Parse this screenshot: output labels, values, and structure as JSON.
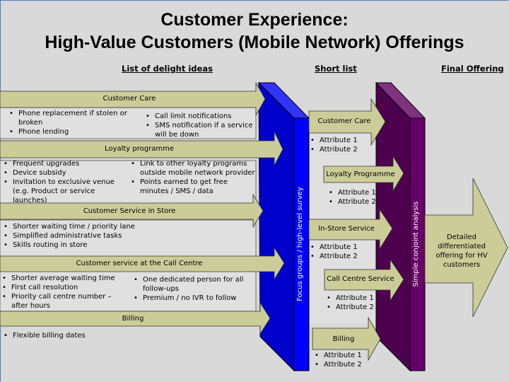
{
  "title": {
    "line1": "Customer Experience:",
    "line2": "High-Value Customers (Mobile Network) Offerings"
  },
  "columns": {
    "delight": "List of delight ideas",
    "shortlist": "Short list",
    "final": "Final Offering"
  },
  "colors": {
    "background": "#d9d9d9",
    "panel": "#e0e0e0",
    "arrow_fill": "#cccc99",
    "blue_front": "#0000ff",
    "blue_side": "#0000cc",
    "blue_top": "#3333ff",
    "purple_front": "#660066",
    "purple_side": "#4d004d",
    "purple_top": "#7f337f"
  },
  "delight_ideas": [
    {
      "category": "Customer Care",
      "left": [
        "Phone replacement if stolen or broken",
        "Phone lending"
      ],
      "right": [
        "Call limit notifications",
        "SMS notification if a service will be down"
      ]
    },
    {
      "category": "Loyalty programme",
      "left": [
        "Frequent upgrades",
        "Device subsidy",
        "Invitation to exclusive venue (e.g. Product or service launches)"
      ],
      "right": [
        "Link to other loyalty programs outside mobile network provider",
        "Points earned to get free minutes / SMS / data"
      ]
    },
    {
      "category": "Customer Service in Store",
      "left": [
        "Shorter waiting time / priority lane",
        "Simplified administrative tasks",
        "Skills routing in store"
      ],
      "right": []
    },
    {
      "category": "Customer service at the Call Centre",
      "left": [
        "Shorter average waiting time",
        "First call resolution",
        "Priority call centre number – after hours"
      ],
      "right": [
        "One dedicated person for all follow-ups",
        "Premium / no IVR to follow"
      ]
    },
    {
      "category": "Billing",
      "left": [
        "Flexible billing dates"
      ],
      "right": []
    }
  ],
  "filter1": "Focus groups / high-level survey",
  "filter2": "Simple conjoint analysis",
  "short_list": [
    {
      "label": "Customer Care",
      "attributes": [
        "Attribute 1",
        "Attribute 2"
      ]
    },
    {
      "label": "Loyalty Programme",
      "attributes": [
        "Attribute 1",
        "Attribute 2"
      ]
    },
    {
      "label": "In-Store Service",
      "attributes": [
        "Attribute 1",
        "Attribute 2"
      ]
    },
    {
      "label": "Call Centre Service",
      "attributes": [
        "Attribute 1",
        "Attribute 2"
      ]
    },
    {
      "label": "Billing",
      "attributes": [
        "Attribute 1",
        "Attribute 2"
      ]
    }
  ],
  "final_offering": "Detailed differentiated offering for HV customers"
}
